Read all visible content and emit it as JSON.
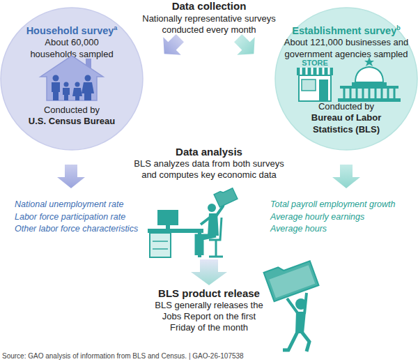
{
  "diagram": {
    "caption": "Source: GAO analysis of information from BLS and Census. | GAO-26-107538",
    "nodes": [
      {
        "text": [
          "Household survey",
          "a",
          "About 60,000 households sampled",
          "Conducted by",
          "U.S. Census Bureau"
        ]
      },
      {
        "text": [
          "Establishment survey",
          "b",
          "About 121,000 businesses and government agencies sampled",
          "Conducted by",
          "Bureau of Labor Statistics (BLS)"
        ]
      }
    ],
    "labels": [
      "Data collection",
      "Nationally representative surveys conducted every month",
      "STORE",
      "Data analysis",
      "BLS analyzes data from both surveys and computes key economic data",
      "National unemployment rate",
      "Labor force participation rate",
      "Other labor force characteristics",
      "Total payroll employment growth",
      "Average hourly earnings",
      "Average hours",
      "BLS product release",
      "BLS generally releases the Jobs Report on the first Friday of the month"
    ]
  }
}
